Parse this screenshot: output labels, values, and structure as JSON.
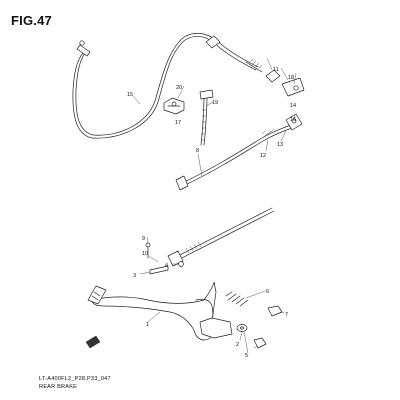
{
  "figure": {
    "title": "FIG.47",
    "code": "LT-A400FL2_P28,P33_047",
    "name": "REAR BRAKE"
  },
  "callouts": [
    "1",
    "2",
    "3",
    "4",
    "5",
    "6",
    "7",
    "8",
    "9",
    "10",
    "11",
    "12",
    "13",
    "14",
    "15",
    "16",
    "17",
    "18",
    "19",
    "20"
  ]
}
